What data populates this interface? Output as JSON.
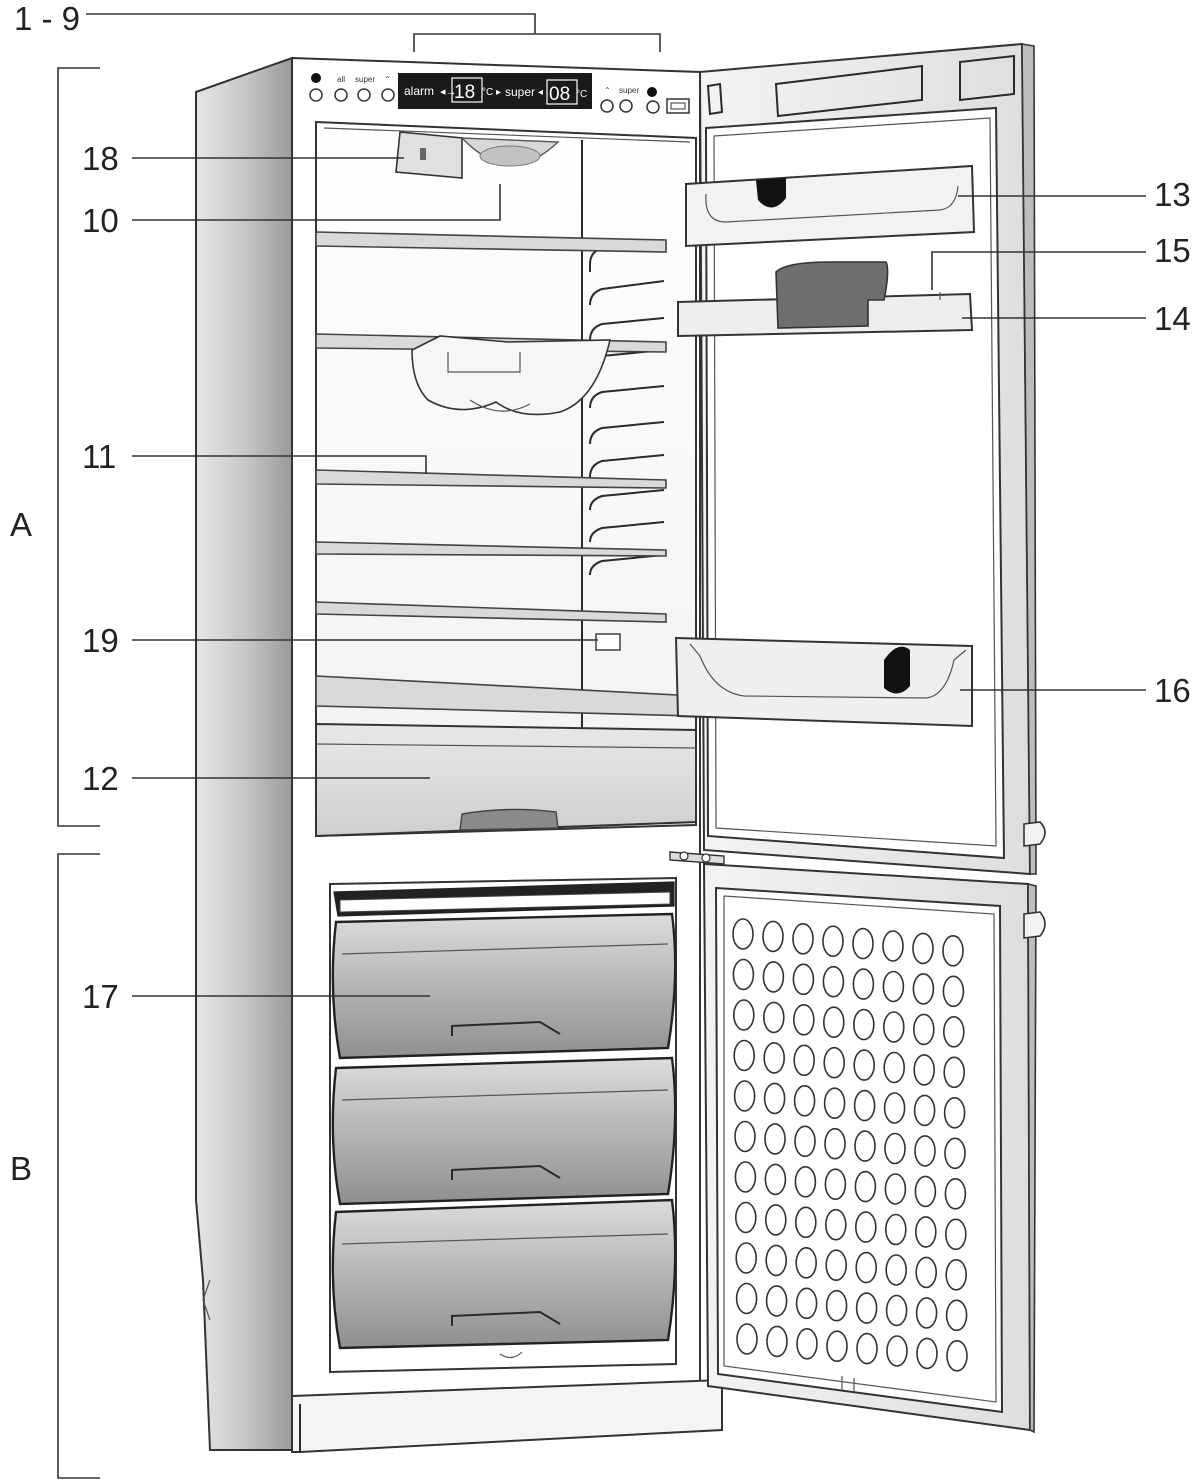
{
  "callouts": {
    "c1_9": "1 - 9",
    "c18": "18",
    "c10": "10",
    "c11": "11",
    "c19": "19",
    "c12": "12",
    "c17": "17",
    "c13": "13",
    "c15": "15",
    "c14": "14",
    "c16": "16",
    "zoneA": "A",
    "zoneB": "B"
  },
  "control_panel": {
    "alarm_label": "alarm",
    "fridge_temp": "18",
    "unit1": "°C",
    "super_label": "super",
    "freezer_temp": "08",
    "unit2": "°C",
    "small_label_all": "all",
    "small_label_super_left": "super",
    "small_label_super_right": "super"
  },
  "colors": {
    "ink": "#2a2a2a",
    "cabinet_side": "#c8c8c8",
    "panel_display": "#1a1a1a",
    "shelf": "#d9d9d9"
  }
}
